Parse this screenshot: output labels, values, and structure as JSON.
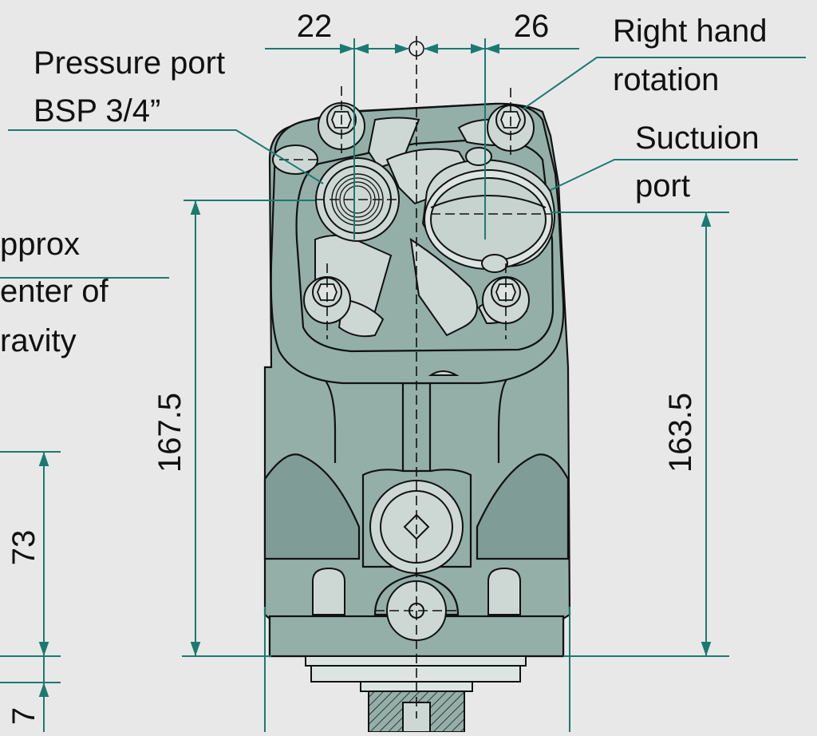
{
  "colors": {
    "background": "#e8e8e8",
    "body_fill": "#93afa8",
    "leader_lines": "#1a7a70",
    "outline": "#111111"
  },
  "labels": {
    "pressure_port": [
      "Pressure port",
      "BSP 3/4”"
    ],
    "right_hand_rotation": [
      "Right hand",
      "rotation"
    ],
    "suction_port": [
      "Suctuion",
      "port"
    ],
    "center_of_gravity": [
      "pprox",
      "enter of",
      "ravity"
    ]
  },
  "dimensions": {
    "top_left": "22",
    "top_right": "26",
    "left_height": "167.5",
    "right_height": "163.5",
    "cg_height": "73",
    "bottom_offset": "7"
  }
}
